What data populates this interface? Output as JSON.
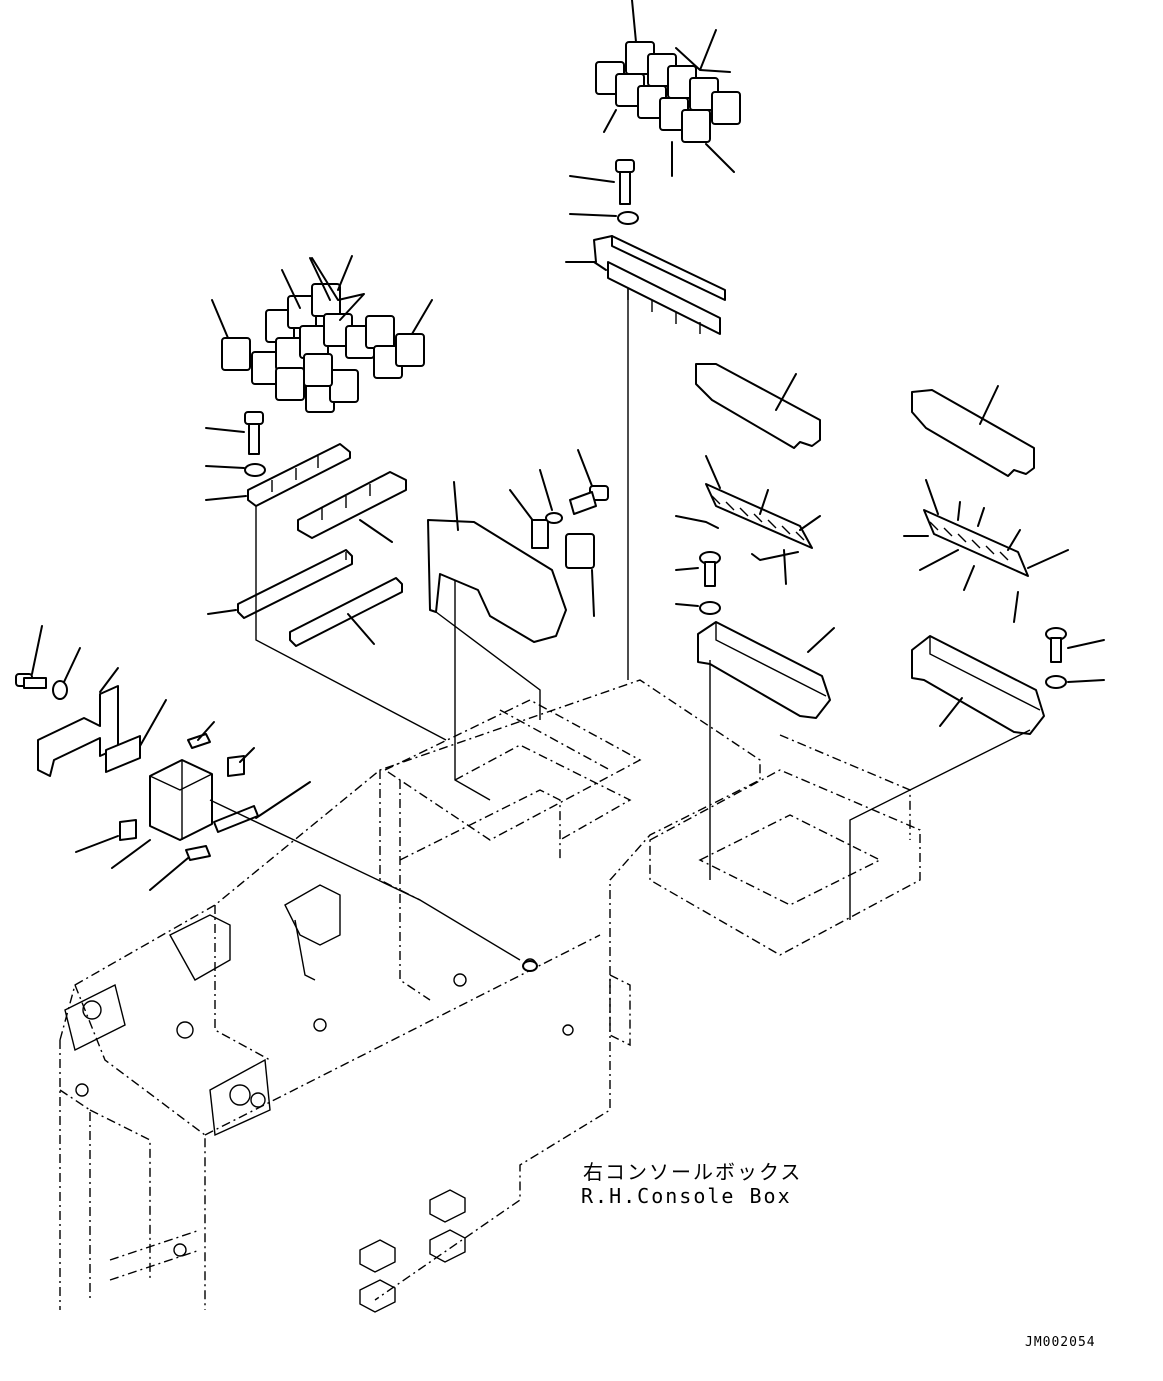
{
  "labels": {
    "console_jp": "右コンソールボックス",
    "console_en": "R.H.Console Box",
    "figure_code": "JM002054"
  },
  "icons": [
    "relay-cluster-icon",
    "bolt-icon",
    "washer-icon",
    "bracket-icon",
    "fuse-holder-icon",
    "cover-icon",
    "controller-box-icon",
    "frame-icon"
  ],
  "colors": {
    "ink": "#000000",
    "paper": "#ffffff"
  }
}
